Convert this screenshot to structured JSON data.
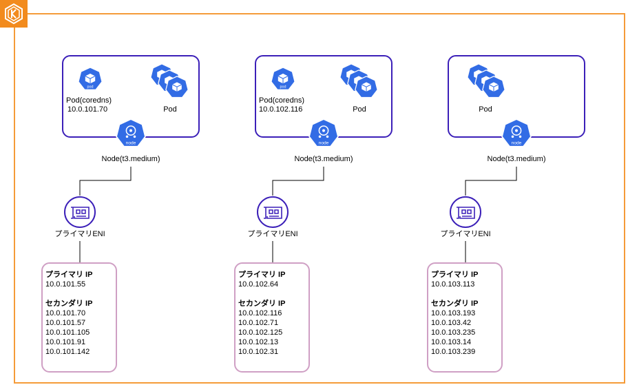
{
  "colors": {
    "cluster_border": "#f59b38",
    "node_border": "#3b1fb8",
    "ip_box_border": "#cf9fc4",
    "k8s_icon": "#326ce5",
    "eni_icon": "#3b1fb8",
    "eks_logo": "#f28b1e"
  },
  "icons": {
    "cluster_logo": "eks-logo-icon",
    "pod": "k8s-pod-icon",
    "node": "k8s-node-icon",
    "eni": "eni-icon"
  },
  "pod_icon_label": "pod",
  "node_icon_label": "node",
  "columns": [
    {
      "coredns_label": "Pod(coredns)",
      "coredns_ip": "10.0.101.70",
      "pod_label": "Pod",
      "node_label": "Node(t3.medium)",
      "eni_label": "プライマリENI",
      "primary_ip_title": "プライマリ IP",
      "primary_ip": "10.0.101.55",
      "secondary_ip_title": "セカンダリ IP",
      "secondary_ips": [
        "10.0.101.70",
        "10.0.101.57",
        "10.0.101.105",
        "10.0.101.91",
        "10.0.101.142"
      ]
    },
    {
      "coredns_label": "Pod(coredns)",
      "coredns_ip": "10.0.102.116",
      "pod_label": "Pod",
      "node_label": "Node(t3.medium)",
      "eni_label": "プライマリENI",
      "primary_ip_title": "プライマリ IP",
      "primary_ip": "10.0.102.64",
      "secondary_ip_title": "セカンダリ IP",
      "secondary_ips": [
        "10.0.102.116",
        "10.0.102.71",
        "10.0.102.125",
        "10.0.102.13",
        "10.0.102.31"
      ]
    },
    {
      "pod_label": "Pod",
      "node_label": "Node(t3.medium)",
      "eni_label": "プライマリENI",
      "primary_ip_title": "プライマリ IP",
      "primary_ip": "10.0.103.113",
      "secondary_ip_title": "セカンダリ IP",
      "secondary_ips": [
        "10.0.103.193",
        "10.0.103.42",
        "10.0.103.235",
        "10.0.103.14",
        "10.0.103.239"
      ]
    }
  ]
}
